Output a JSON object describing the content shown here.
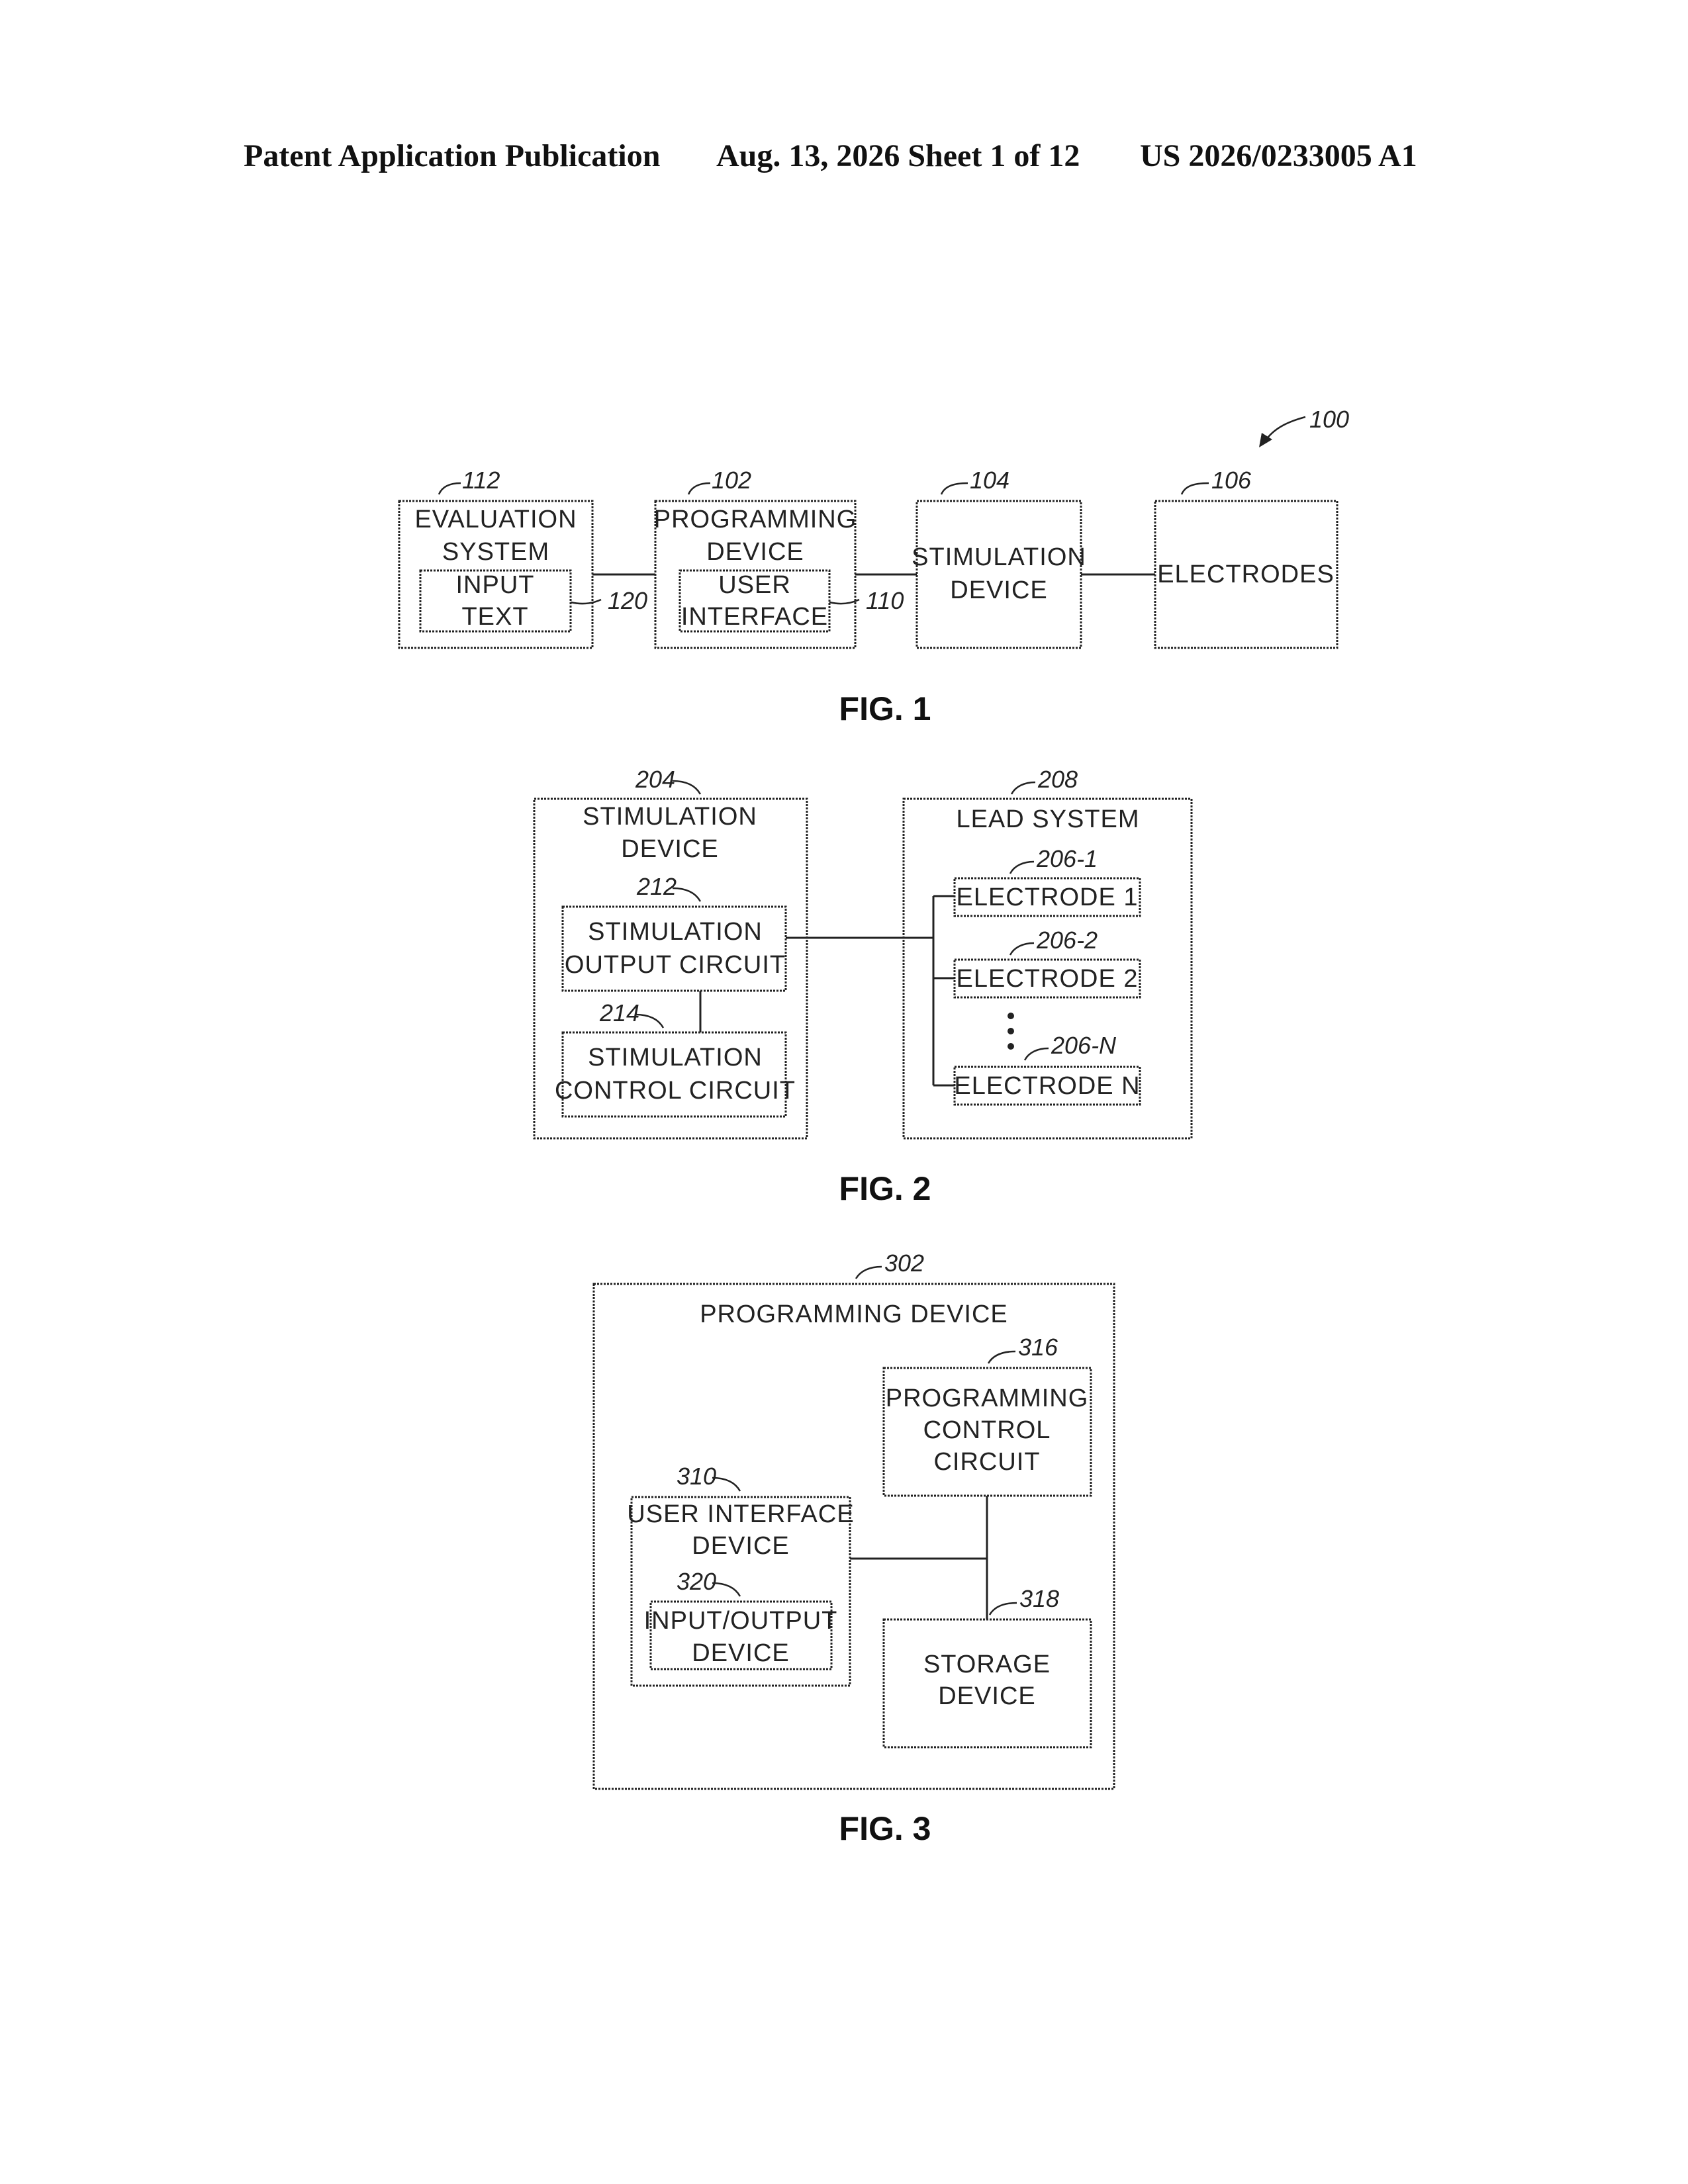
{
  "header": {
    "publication": "Patent Application Publication",
    "date_sheet": "Aug. 13, 2026  Sheet 1 of 12",
    "number": "US 2026/0233005 A1"
  },
  "fig1": {
    "caption": "FIG. 1",
    "ref_system": "100",
    "evaluation_system": {
      "ref": "112",
      "line1": "EVALUATION",
      "line2": "SYSTEM"
    },
    "input_text": {
      "ref": "120",
      "line1": "INPUT",
      "line2": "TEXT"
    },
    "programming_device": {
      "ref": "102",
      "line1": "PROGRAMMING",
      "line2": "DEVICE"
    },
    "user_interface": {
      "ref": "110",
      "line1": "USER",
      "line2": "INTERFACE"
    },
    "stimulation_device": {
      "ref": "104",
      "line1": "STIMULATION",
      "line2": "DEVICE"
    },
    "electrodes": {
      "ref": "106",
      "label": "ELECTRODES"
    }
  },
  "fig2": {
    "caption": "FIG. 2",
    "stimulation_device": {
      "ref": "204",
      "line1": "STIMULATION",
      "line2": "DEVICE"
    },
    "output_circuit": {
      "ref": "212",
      "line1": "STIMULATION",
      "line2": "OUTPUT CIRCUIT"
    },
    "control_circuit": {
      "ref": "214",
      "line1": "STIMULATION",
      "line2": "CONTROL CIRCUIT"
    },
    "lead_system": {
      "ref": "208",
      "label": "LEAD SYSTEM"
    },
    "electrodes": [
      {
        "ref": "206-1",
        "label": "ELECTRODE 1"
      },
      {
        "ref": "206-2",
        "label": "ELECTRODE 2"
      },
      {
        "ref": "206-N",
        "label": "ELECTRODE N"
      }
    ]
  },
  "fig3": {
    "caption": "FIG. 3",
    "programming_device": {
      "ref": "302",
      "label": "PROGRAMMING DEVICE"
    },
    "control_circuit": {
      "ref": "316",
      "line1": "PROGRAMMING",
      "line2": "CONTROL",
      "line3": "CIRCUIT"
    },
    "ui_device": {
      "ref": "310",
      "line1": "USER INTERFACE",
      "line2": "DEVICE"
    },
    "io_device": {
      "ref": "320",
      "line1": "INPUT/OUTPUT",
      "line2": "DEVICE"
    },
    "storage_device": {
      "ref": "318",
      "line1": "STORAGE",
      "line2": "DEVICE"
    }
  }
}
